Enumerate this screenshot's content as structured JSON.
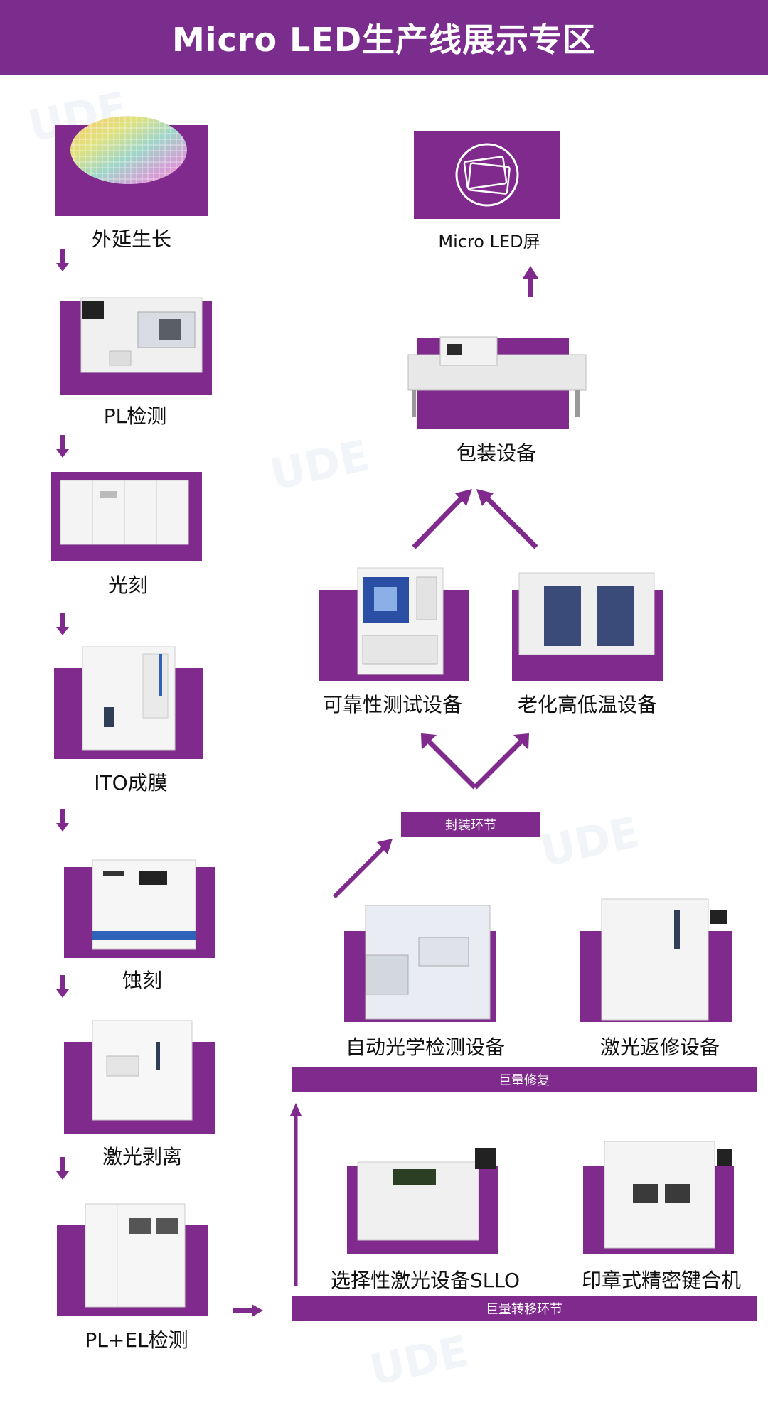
{
  "header": {
    "title": "Micro LED生产线展示专区"
  },
  "colors": {
    "purple": "#7f2a8c",
    "header_purple": "#7a2d8c"
  },
  "left_column": [
    {
      "label": "外延生长"
    },
    {
      "label": "PL检测"
    },
    {
      "label": "光刻"
    },
    {
      "label": "ITO成膜"
    },
    {
      "label": "蚀刻"
    },
    {
      "label": "激光剥离"
    },
    {
      "label": "PL+EL检测"
    }
  ],
  "right": {
    "screen": {
      "label": "Micro LED屏",
      "icon": "screen-frame-icon"
    },
    "packaging": {
      "label": "包装设备"
    },
    "reliability": {
      "label": "可靠性测试设备"
    },
    "aging": {
      "label": "老化高低温设备"
    },
    "packaging_stage_bar": "封装环节",
    "aoi": {
      "label": "自动光学检测设备"
    },
    "laser_repair": {
      "label": "激光返修设备"
    },
    "mass_repair_bar": "巨量修复",
    "sllo": {
      "label": "选择性激光设备SLLO"
    },
    "stamp_bonder": {
      "label": "印章式精密键合机"
    },
    "mass_transfer_bar": "巨量转移环节"
  }
}
